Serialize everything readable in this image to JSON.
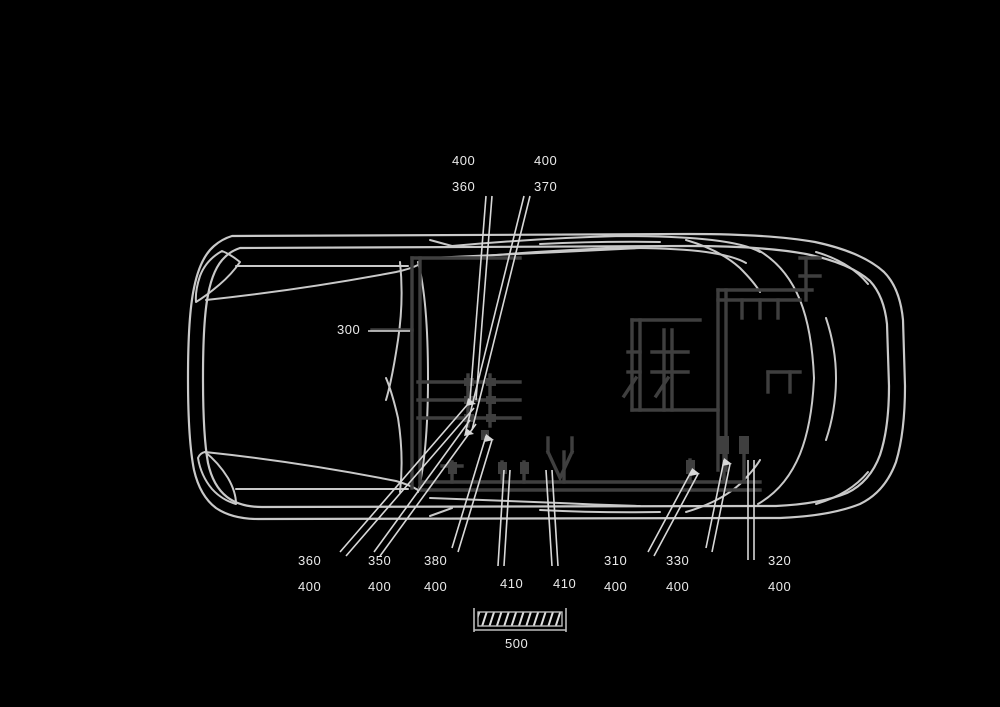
{
  "diagram": {
    "title": "vehicle-top-view-component-layout",
    "background_color": "#000000",
    "vehicle_outline_color": "#c9c9c9",
    "schematic_color": "#454545",
    "label_color": "#e9e9e9",
    "leader_color": "#d8d8d8"
  },
  "callouts": {
    "center_left": {
      "value": "300"
    },
    "top": [
      {
        "upper": "400",
        "lower": "360"
      },
      {
        "upper": "400",
        "lower": "370"
      }
    ],
    "bottom_left": [
      {
        "upper": "360",
        "lower": "400"
      },
      {
        "upper": "350",
        "lower": "400"
      },
      {
        "upper": "380",
        "lower": "400"
      }
    ],
    "bottom_center": [
      {
        "value": "410"
      },
      {
        "value": "410"
      }
    ],
    "bottom_right": [
      {
        "upper": "310",
        "lower": "400"
      },
      {
        "upper": "330",
        "lower": "400"
      },
      {
        "upper": "320",
        "lower": "400"
      }
    ]
  },
  "dimension": {
    "value": "500",
    "style": "hatched-band"
  }
}
